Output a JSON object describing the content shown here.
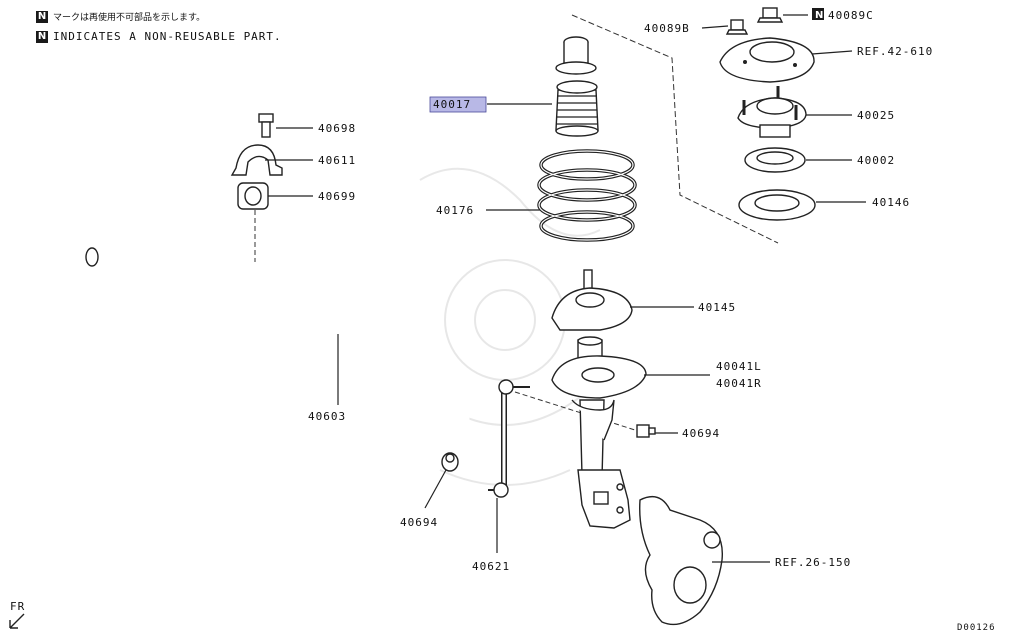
{
  "legend": {
    "n_marker": "N",
    "jp_text": "マークは再使用不可部品を示します。",
    "en_text": "INDICATES A NON-REUSABLE PART."
  },
  "labels": {
    "p40017": "40017",
    "p40698": "40698",
    "p40611": "40611",
    "p40699": "40699",
    "p40176": "40176",
    "p40603": "40603",
    "p40694_left": "40694",
    "p40621": "40621",
    "p40145": "40145",
    "p40041L": "40041L",
    "p40041R": "40041R",
    "p40694_right": "40694",
    "p40089B": "40089B",
    "p40089C": "40089C",
    "ref42": "REF.42-610",
    "p40025": "40025",
    "p40002": "40002",
    "p40146": "40146",
    "ref26": "REF.26-150",
    "fr": "FR",
    "code": "D00126"
  },
  "colors": {
    "highlight": "#b8b8e6",
    "line": "#222222"
  }
}
